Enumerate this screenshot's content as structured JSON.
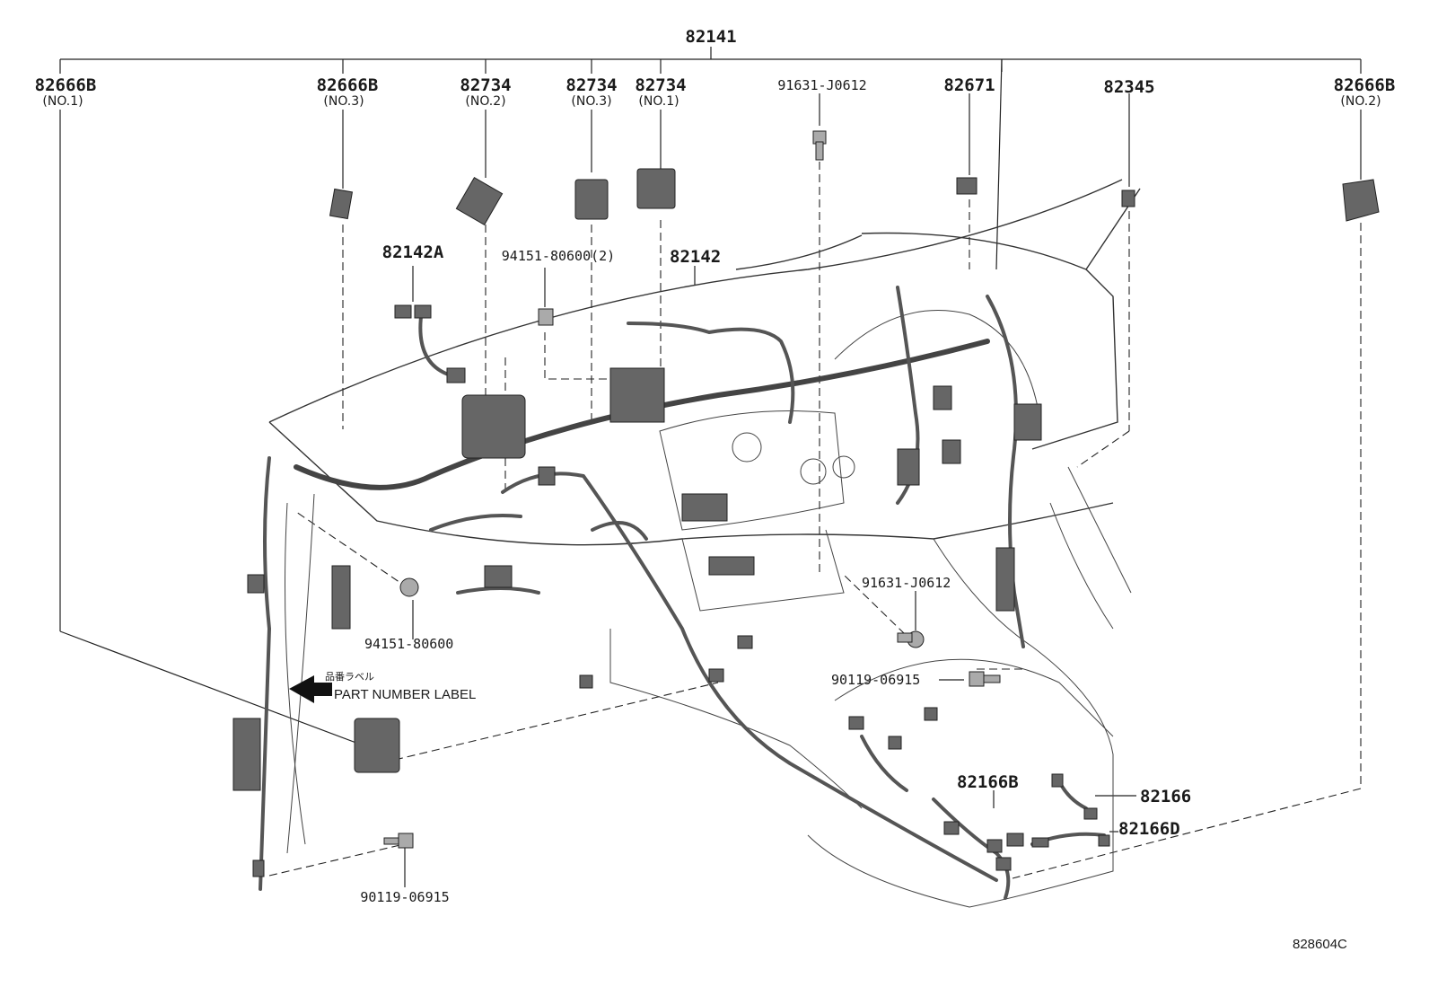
{
  "labels": {
    "top": "82141",
    "p82666b_1": "82666B",
    "p82666b_1_sub": "(NO.1)",
    "p82666b_3": "82666B",
    "p82666b_3_sub": "(NO.3)",
    "p82734_2": "82734",
    "p82734_2_sub": "(NO.2)",
    "p82734_3": "82734",
    "p82734_3_sub": "(NO.3)",
    "p82734_1": "82734",
    "p82734_1_sub": "(NO.1)",
    "p91631_top": "91631-J0612",
    "p82671": "82671",
    "p82345": "82345",
    "p82666b_2": "82666B",
    "p82666b_2_sub": "(NO.2)",
    "p82142a": "82142A",
    "p94151_2": "94151-80600(2)",
    "p82142": "82142",
    "p91631_mid": "91631-J0612",
    "p94151": "94151-80600",
    "p90119_mid": "90119-06915",
    "jp_label": "品番ラベル",
    "part_number_label": "PART NUMBER LABEL",
    "p82166b": "82166B",
    "p82166": "82166",
    "p82166d": "82166D",
    "p90119_bot": "90119-06915",
    "diagram_id": "828604C"
  },
  "icons": {
    "arrow": "left-arrow-icon"
  }
}
